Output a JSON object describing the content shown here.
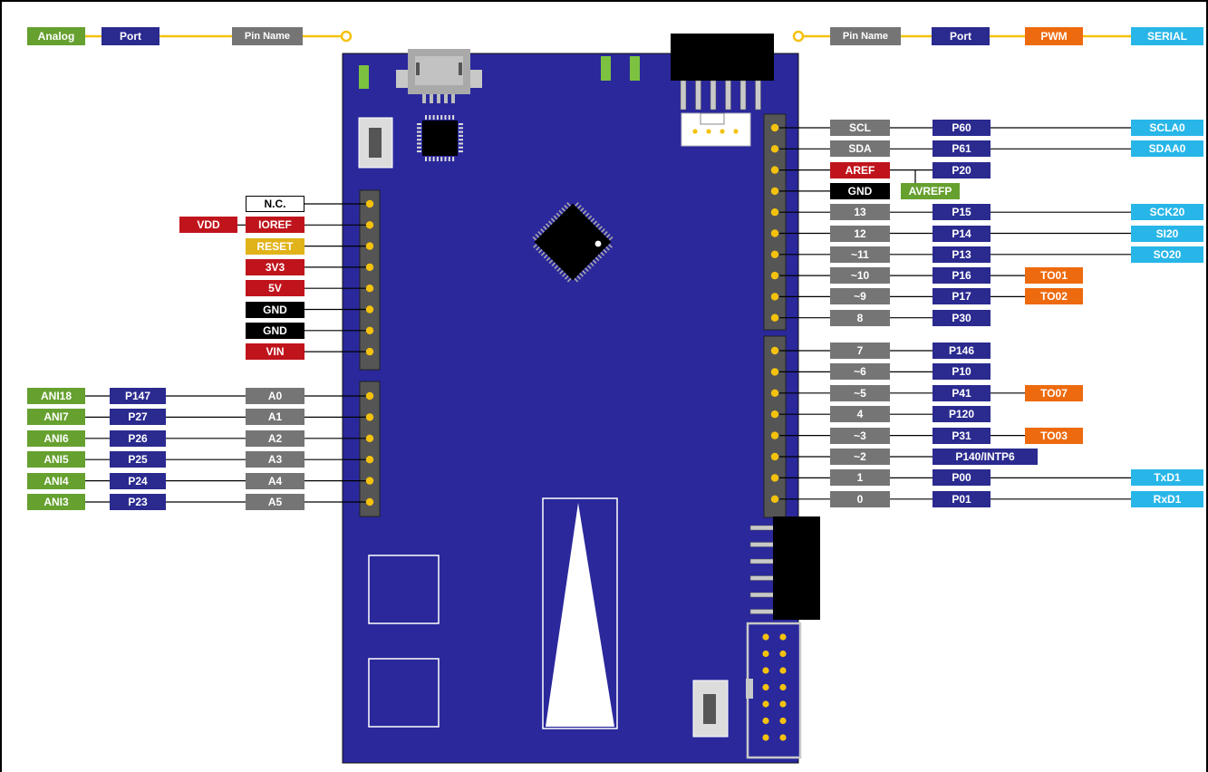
{
  "colors": {
    "board": "#2a289b",
    "analog": "#66a02f",
    "port": "#2a2a8f",
    "pin_name": "#757575",
    "pwm": "#ed6a0e",
    "serial": "#28b6e8",
    "power": "#c0141c",
    "ground": "#000000",
    "reset": "#e1b31a",
    "header_pin": "#f4c20d",
    "usb": "#a9a9a9",
    "led": "#7cc240"
  },
  "legend_left": {
    "analog": "Analog",
    "port": "Port",
    "pin_name": "Pin Name"
  },
  "legend_right": {
    "pin_name": "Pin Name",
    "port": "Port",
    "pwm": "PWM",
    "serial": "SERIAL"
  },
  "power_header": [
    {
      "label": "N.C.",
      "style": "white"
    },
    {
      "label": "IOREF",
      "style": "red",
      "extra": "VDD"
    },
    {
      "label": "RESET",
      "style": "yellow"
    },
    {
      "label": "3V3",
      "style": "red"
    },
    {
      "label": "5V",
      "style": "red"
    },
    {
      "label": "GND",
      "style": "black"
    },
    {
      "label": "GND",
      "style": "black"
    },
    {
      "label": "VIN",
      "style": "red"
    }
  ],
  "analog_header": [
    {
      "analog": "ANI18",
      "port": "P147",
      "pin": "A0"
    },
    {
      "analog": "ANI7",
      "port": "P27",
      "pin": "A1"
    },
    {
      "analog": "ANI6",
      "port": "P26",
      "pin": "A2"
    },
    {
      "analog": "ANI5",
      "port": "P25",
      "pin": "A3"
    },
    {
      "analog": "ANI4",
      "port": "P24",
      "pin": "A4"
    },
    {
      "analog": "ANI3",
      "port": "P23",
      "pin": "A5"
    }
  ],
  "digital_header_top": [
    {
      "pin": "SCL",
      "pin_style": "pin",
      "port": "P60",
      "serial": "SCLA0"
    },
    {
      "pin": "SDA",
      "pin_style": "pin",
      "port": "P61",
      "serial": "SDAA0"
    },
    {
      "pin": "AREF",
      "pin_style": "red",
      "port": "P20",
      "extra": "AVREFP"
    },
    {
      "pin": "GND",
      "pin_style": "black"
    },
    {
      "pin": "13",
      "pin_style": "pin",
      "port": "P15",
      "serial": "SCK20"
    },
    {
      "pin": "12",
      "pin_style": "pin",
      "port": "P14",
      "serial": "SI20"
    },
    {
      "pin": "~11",
      "pin_style": "pin",
      "port": "P13",
      "serial": "SO20"
    },
    {
      "pin": "~10",
      "pin_style": "pin",
      "port": "P16",
      "pwm": "TO01"
    },
    {
      "pin": "~9",
      "pin_style": "pin",
      "port": "P17",
      "pwm": "TO02"
    },
    {
      "pin": "8",
      "pin_style": "pin",
      "port": "P30"
    }
  ],
  "digital_header_bottom": [
    {
      "pin": "7",
      "port": "P146"
    },
    {
      "pin": "~6",
      "port": "P10"
    },
    {
      "pin": "~5",
      "port": "P41",
      "pwm": "TO07"
    },
    {
      "pin": "4",
      "port": "P120"
    },
    {
      "pin": "~3",
      "port": "P31",
      "pwm": "TO03"
    },
    {
      "pin": "~2",
      "port": "P140/INTP6"
    },
    {
      "pin": "1",
      "port": "P00",
      "serial": "TxD1"
    },
    {
      "pin": "0",
      "port": "P01",
      "serial": "RxD1"
    }
  ]
}
